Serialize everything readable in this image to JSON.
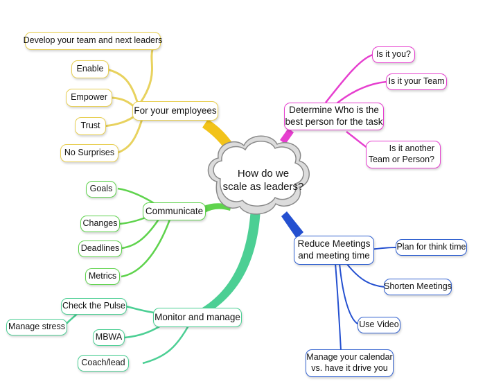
{
  "center": {
    "line1": "How do we",
    "line2": "scale as leaders?"
  },
  "colors": {
    "yellow": "#f2c31a",
    "magenta": "#e63fcf",
    "green": "#5fd34d",
    "teal": "#4ccf94",
    "blue": "#2450d0"
  },
  "employees": {
    "hub": "For your employees",
    "items": [
      "Develop your team and next leaders",
      "Enable",
      "Empower",
      "Trust",
      "No Surprises"
    ]
  },
  "who": {
    "hub_line1": "Determine Who is the",
    "hub_line2": "best person for the task",
    "items": [
      "Is it you?",
      "Is it your Team"
    ],
    "another_line1": "Is it another",
    "another_line2": "Team or Person?"
  },
  "communicate": {
    "hub": "Communicate",
    "items": [
      "Goals",
      "Changes",
      "Deadlines",
      "Metrics"
    ]
  },
  "monitor": {
    "hub": "Monitor and manage",
    "items": [
      "Check the Pulse",
      "Manage stress",
      "MBWA",
      "Coach/lead"
    ]
  },
  "meetings": {
    "hub_line1": "Reduce Meetings",
    "hub_line2": "and meeting time",
    "items": [
      "Plan for think time",
      "Shorten Meetings",
      "Use Video"
    ],
    "calendar_line1": "Manage your calendar",
    "calendar_line2": "vs. have it drive you"
  }
}
